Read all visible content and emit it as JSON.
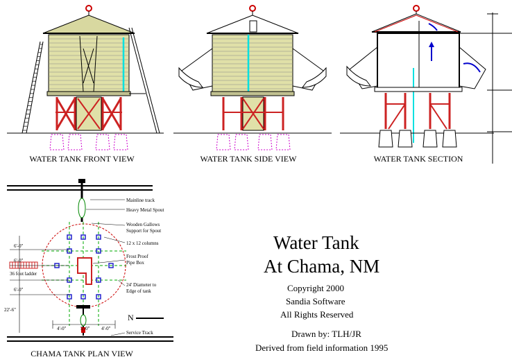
{
  "captions": {
    "front": "WATER TANK FRONT VIEW",
    "side": "WATER TANK SIDE VIEW",
    "section": "WATER TANK SECTION",
    "plan": "CHAMA TANK PLAN VIEW"
  },
  "plan_notes": {
    "mainline": "Mainline track",
    "spout": "Heavy Metal Spout",
    "gallows_1": "Wooden Gallows",
    "gallows_2": "Support for Spout",
    "columns": "12 x 12 columns",
    "frost_1": "Frost Proof",
    "frost_2": "Pipe Box",
    "diameter_1": "24' Diameter to",
    "diameter_2": "Edge of tank",
    "ladder": "36 foot ladder",
    "service": "Service Track",
    "north": "N"
  },
  "dimensions": {
    "d1": "6'-0\"",
    "d2": "6'-0\"",
    "d3": "6'-0\"",
    "d4": "22'-6\"",
    "b1": "4'-0\"",
    "b2": "5'-0\"",
    "b3": "4'-0\""
  },
  "title": {
    "line1": "Water Tank",
    "line2": "At Chama, NM"
  },
  "info": {
    "copyright": "Copyright 2000",
    "company": "Sandia Software",
    "rights": "All Rights Reserved",
    "drawn": "Drawn by: TLH/JR",
    "derived": "Derived from field information 1995"
  },
  "colors": {
    "wood": "#d8d8a0",
    "roof": "#c8c890",
    "trestle": "#cc2222",
    "pipe": "#00e0e0",
    "footing": "#cc00cc",
    "column": "#2222cc",
    "circle": "#cc0000",
    "gridline": "#00aa00",
    "roof_ring": "#cc0000"
  }
}
